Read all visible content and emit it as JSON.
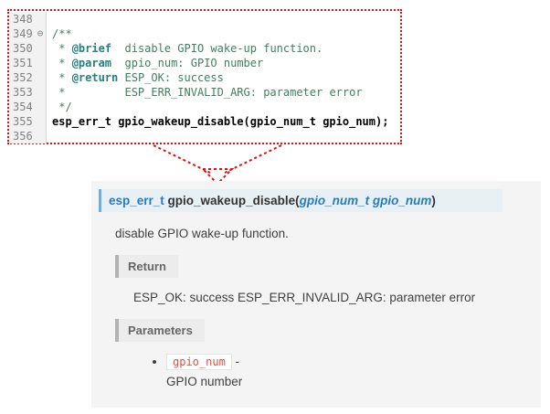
{
  "editor": {
    "lines": {
      "l348": {
        "num": "348",
        "code": ""
      },
      "l349": {
        "num": "349",
        "fold": "⊖",
        "code": "/**"
      },
      "l350": {
        "num": "350",
        "pre": " * ",
        "tag": "@brief",
        "rest": "  disable GPIO wake-up function."
      },
      "l351": {
        "num": "351",
        "pre": " * ",
        "tag": "@param",
        "rest": "  gpio_num: GPIO number"
      },
      "l352": {
        "num": "352",
        "pre": " * ",
        "tag": "@return",
        "rest": " ESP_OK: success"
      },
      "l353": {
        "num": "353",
        "pre": " *         ",
        "rest": "ESP_ERR_INVALID_ARG: parameter error"
      },
      "l354": {
        "num": "354",
        "code": " */"
      },
      "l355": {
        "num": "355",
        "code": "esp_err_t gpio_wakeup_disable(gpio_num_t gpio_num);"
      },
      "l356": {
        "num": "356",
        "code": ""
      }
    }
  },
  "doc": {
    "signature": {
      "ret": "esp_err_t ",
      "name": "gpio_wakeup_disable",
      "open": "(",
      "ptype": "gpio_num_t ",
      "pname": "gpio_num",
      "close": ")"
    },
    "description": "disable GPIO wake-up function.",
    "return_header": "Return",
    "return_text": "ESP_OK: success ESP_ERR_INVALID_ARG: parameter error",
    "params_header": "Parameters",
    "param": {
      "name": "gpio_num",
      "sep": " - ",
      "desc": "GPIO number"
    }
  },
  "colors": {
    "dotted_border_red": "#dd1111",
    "accent_blue": "#2b7bb9",
    "signature_bg": "#e7f0f5",
    "comment_green": "#3f7f5f",
    "literal_red": "#e74c3c"
  }
}
